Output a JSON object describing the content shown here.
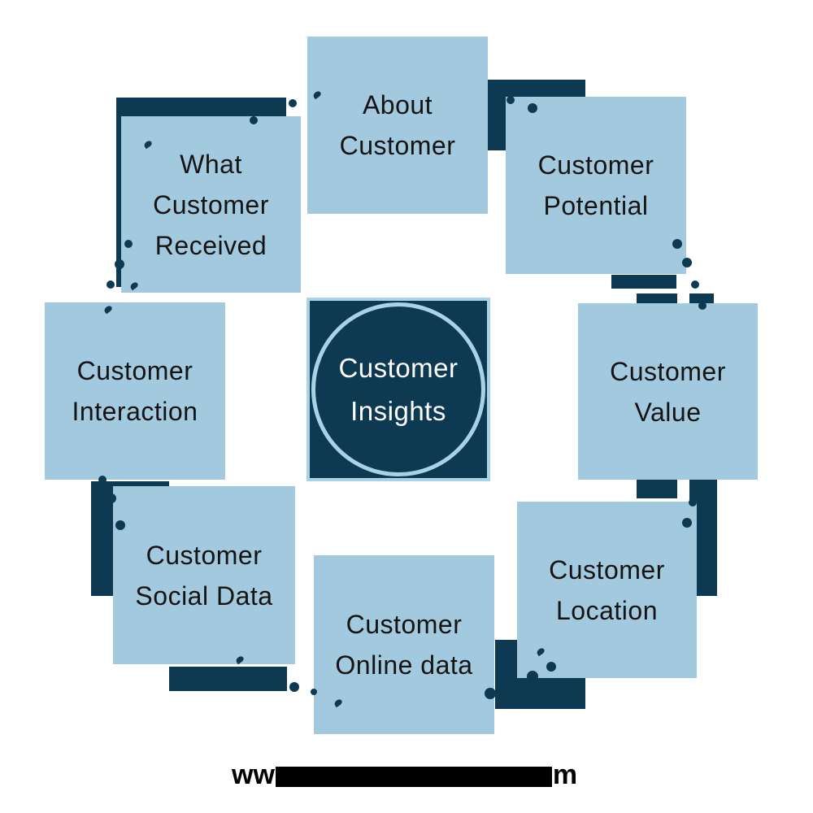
{
  "diagram": {
    "center": {
      "lines": [
        "Customer",
        "Insights"
      ]
    },
    "nodes": [
      {
        "id": "about-customer",
        "label": "About Customer",
        "lines": [
          "About",
          "Customer"
        ]
      },
      {
        "id": "customer-potential",
        "label": "Customer Potential",
        "lines": [
          "Customer",
          "Potential"
        ]
      },
      {
        "id": "customer-value",
        "label": "Customer Value",
        "lines": [
          "Customer",
          "Value"
        ]
      },
      {
        "id": "customer-location",
        "label": "Customer Location",
        "lines": [
          "Customer",
          "Location"
        ]
      },
      {
        "id": "customer-online-data",
        "label": "Customer Online data",
        "lines": [
          "Customer",
          "Online data"
        ]
      },
      {
        "id": "customer-social-data",
        "label": "Customer Social Data",
        "lines": [
          "Customer",
          "Social Data"
        ]
      },
      {
        "id": "customer-interaction",
        "label": "Customer Interaction",
        "lines": [
          "Customer",
          "Interaction"
        ]
      },
      {
        "id": "what-customer-received",
        "label": "What Customer Received",
        "lines": [
          "What",
          "Customer",
          "Received"
        ]
      }
    ],
    "watermark": {
      "prefix": "ww",
      "suffix": "m",
      "redacted": true
    }
  },
  "colors": {
    "box_fill": "#a2c9dd",
    "shadow": "#0d3a52",
    "ring": "#a9d2e6",
    "center_fill": "#0d3a52",
    "center_text": "#ffffff",
    "node_text": "#141414",
    "watermark": "#000000"
  }
}
